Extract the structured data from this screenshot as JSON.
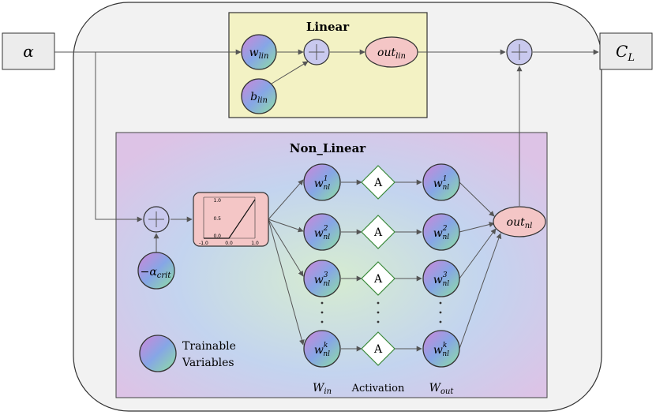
{
  "inputs": {
    "alpha": "α"
  },
  "outputs": {
    "cl_main": "C",
    "cl_sub": "L"
  },
  "linear": {
    "title": "Linear",
    "w_main": "w",
    "w_sub": "lin",
    "b_main": "b",
    "b_sub": "lin",
    "out_main": "out",
    "out_sub": "lin"
  },
  "nonlinear": {
    "title": "Non_Linear",
    "alpha_crit_main": "−α",
    "alpha_crit_sub": "crit",
    "out_main": "out",
    "out_sub": "nl",
    "w_in_label": "W",
    "w_in_sub": "in",
    "activation_label": "Activation",
    "w_out_label": "W",
    "w_out_sub": "out",
    "neuron_main": "w",
    "neuron_sub": "nl",
    "neuron_sups": [
      "1",
      "2",
      "3",
      "k"
    ],
    "activation_symbol": "A",
    "legend_line1": "Trainable",
    "legend_line2": "Variables",
    "relu_ticks_y": [
      "1.0",
      "0.5",
      "0.0"
    ],
    "relu_ticks_x": [
      "-1.0",
      "0.0",
      "1.0"
    ]
  }
}
